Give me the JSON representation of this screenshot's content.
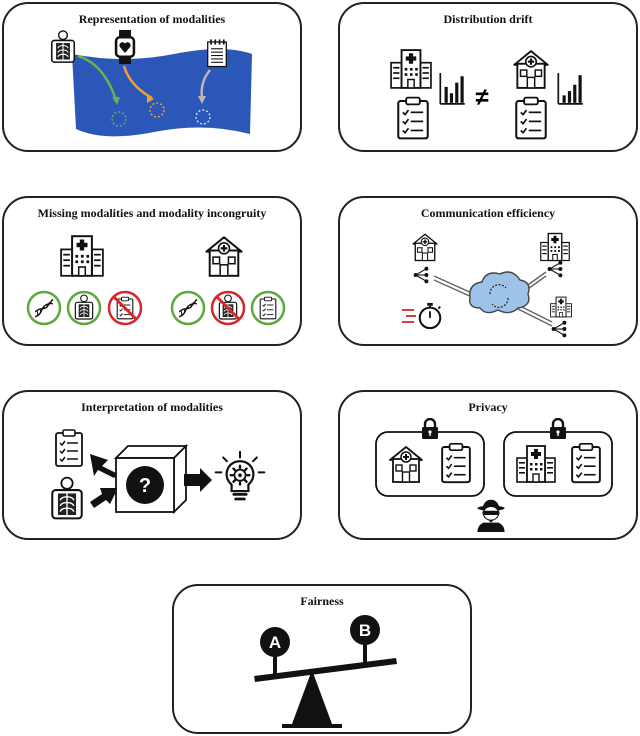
{
  "panels": {
    "representation": {
      "title": "Representation of modalities"
    },
    "drift": {
      "title": "Distribution drift",
      "relation_symbol": "≠"
    },
    "missing": {
      "title": "Missing modalities and modality incongruity"
    },
    "communication": {
      "title": "Communication efficiency"
    },
    "interpretation": {
      "title": "Interpretation of modalities",
      "blackbox_symbol": "?"
    },
    "privacy": {
      "title": "Privacy"
    },
    "fairness": {
      "title": "Fairness",
      "left_label": "A",
      "right_label": "B"
    }
  },
  "colors": {
    "wave": "#2b58b8",
    "arrow_green": "#6ab04c",
    "arrow_orange": "#f0a030",
    "arrow_grey": "#b8b8b8",
    "ok_ring": "#5caa3c",
    "missing_ring": "#d8262a",
    "cloud": "#9ec3e8",
    "speed_lines": "#d8262a"
  }
}
